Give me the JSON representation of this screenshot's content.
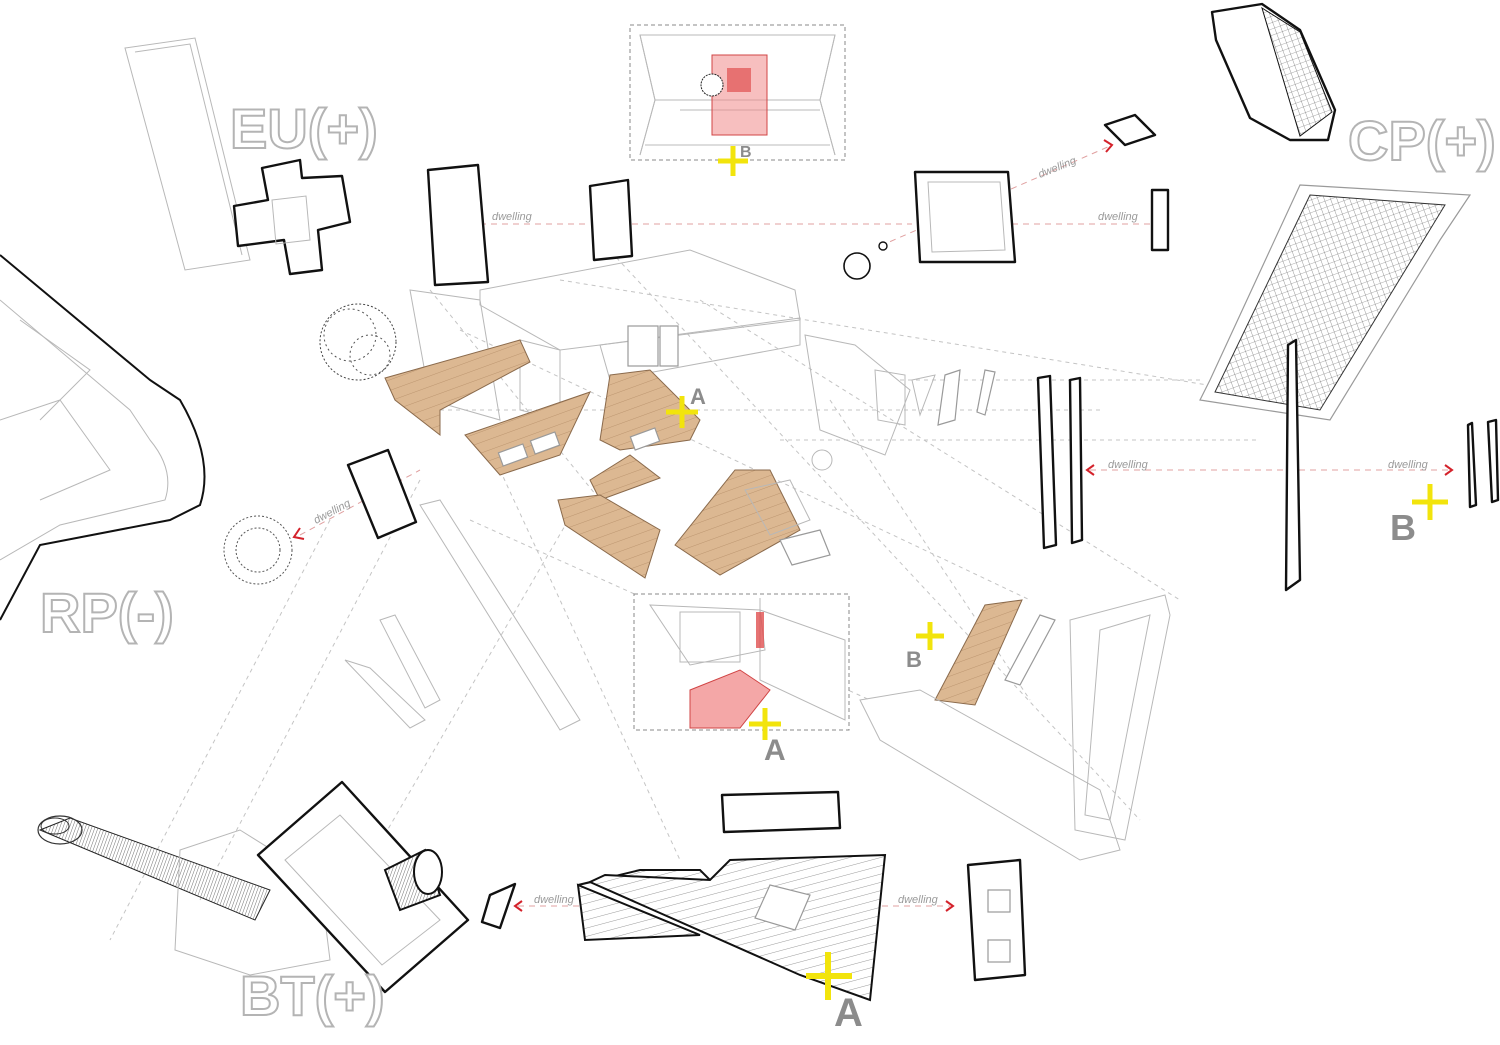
{
  "labels": {
    "eu": "EU(+)",
    "cp": "CP(+)",
    "rp": "RP(-)",
    "bt": "BT(+)"
  },
  "markers": {
    "top_vignette": "B",
    "center": "A",
    "right": "B",
    "mid_right": "B",
    "bottom_vignette": "A",
    "bottom": "A"
  },
  "dwelling": {
    "label": "dwelling"
  },
  "colors": {
    "marker": "#f2e40c",
    "arrow": "#d4222b",
    "highlight": "#f08a8a",
    "wood": "#d9b48f"
  }
}
